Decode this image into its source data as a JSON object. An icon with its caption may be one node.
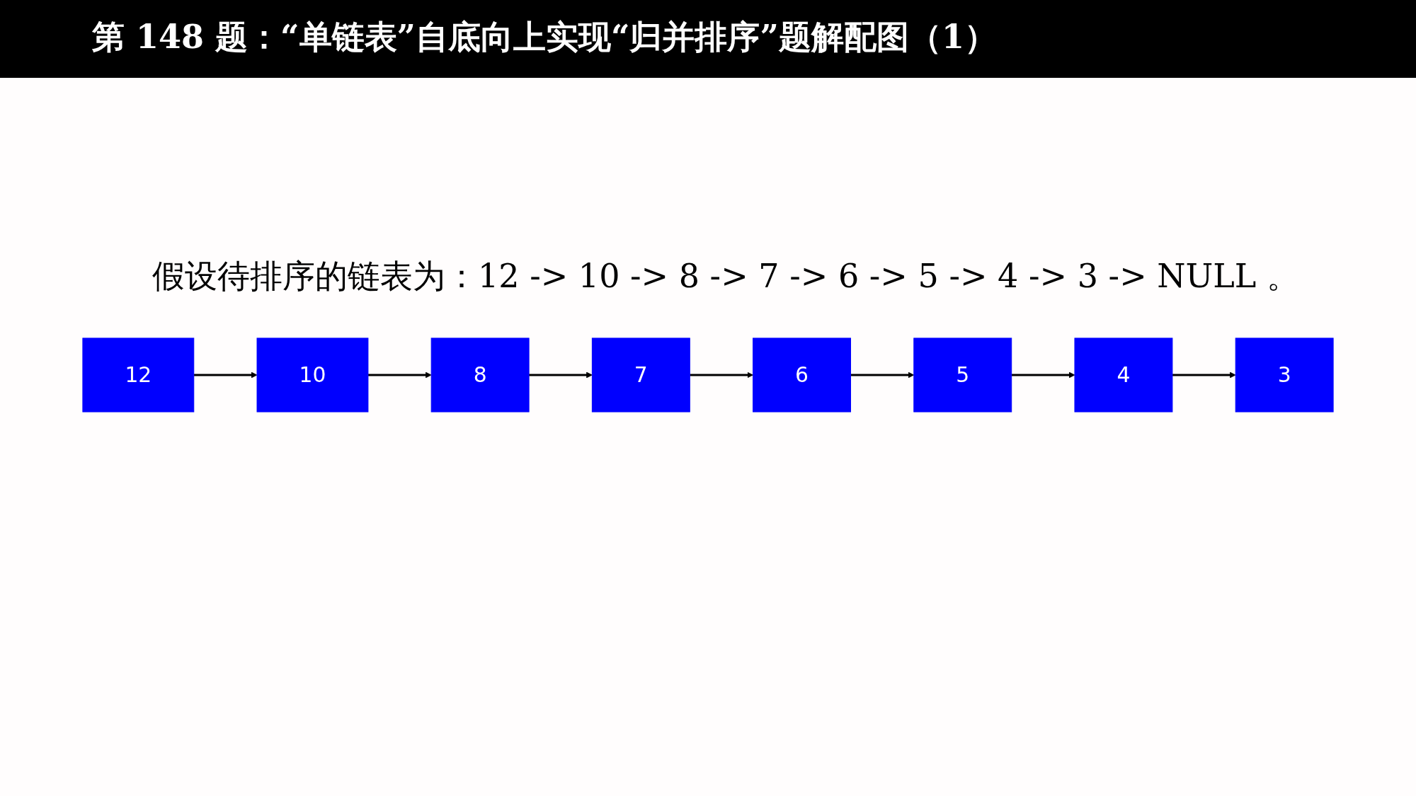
{
  "diagram": {
    "title": "第 148 题：“单链表”自底向上实现“归并排序”题解配图（1）",
    "nodes": [
      {
        "text": [
          "12"
        ]
      },
      {
        "text": [
          "10"
        ]
      },
      {
        "text": [
          "8"
        ]
      },
      {
        "text": [
          "7"
        ]
      },
      {
        "text": [
          "6"
        ]
      },
      {
        "text": [
          "5"
        ]
      },
      {
        "text": [
          "4"
        ]
      },
      {
        "text": [
          "3"
        ]
      }
    ],
    "edges": [
      {
        "from": 0,
        "to": 1,
        "arrow": "to"
      },
      {
        "from": 1,
        "to": 2,
        "arrow": "to"
      },
      {
        "from": 2,
        "to": 3,
        "arrow": "to"
      },
      {
        "from": 3,
        "to": 4,
        "arrow": "to"
      },
      {
        "from": 4,
        "to": 5,
        "arrow": "to"
      },
      {
        "from": 5,
        "to": 6,
        "arrow": "to"
      },
      {
        "from": 6,
        "to": 7,
        "arrow": "to"
      }
    ],
    "labels": [
      "假设待排序的链表为：12 -> 10 -> 8 -> 7 -> 6 -> 5 -> 4 -> 3 -> NULL 。"
    ]
  }
}
